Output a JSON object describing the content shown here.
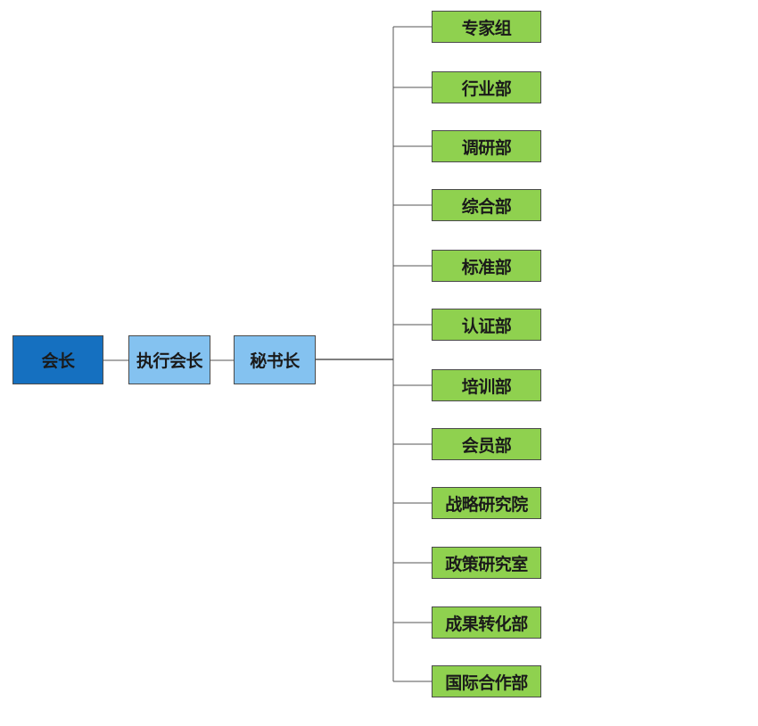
{
  "org_chart": {
    "president": "会长",
    "executive_president": "执行会长",
    "secretary_general": "秘书长",
    "departments": [
      "专家组",
      "行业部",
      "调研部",
      "综合部",
      "标准部",
      "认证部",
      "培训部",
      "会员部",
      "战略研究院",
      "政策研究室",
      "成果转化部",
      "国际合作部"
    ]
  },
  "colors": {
    "president_fill": "#1570c0",
    "secondary_fill": "#84c2f0",
    "department_fill": "#8fd14f",
    "border": "#4a4a4a",
    "line": "#555555"
  }
}
